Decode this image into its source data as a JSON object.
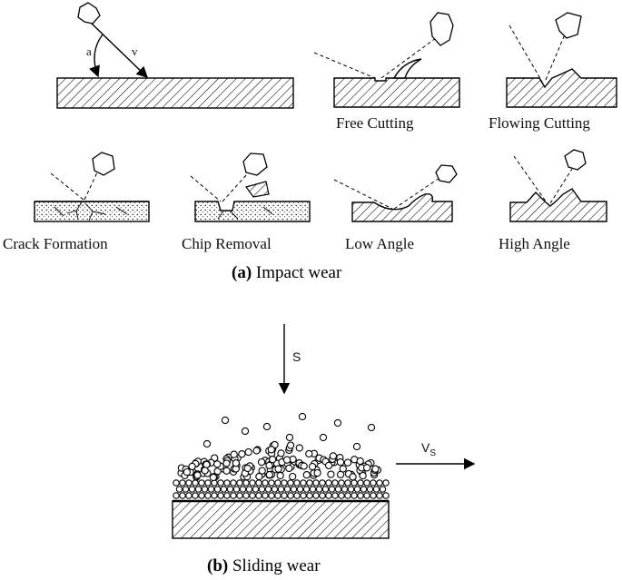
{
  "impact": {
    "angle_label": "a",
    "velocity_label": "v",
    "panels": {
      "free_cutting": "Free Cutting",
      "flowing_cutting": "Flowing Cutting",
      "crack_formation": "Crack Formation",
      "chip_removal": "Chip Removal",
      "low_angle": "Low Angle",
      "high_angle": "High Angle"
    },
    "caption_letter": "(a)",
    "caption_text": "Impact wear"
  },
  "sliding": {
    "force_label": "S",
    "velocity_label": "V",
    "velocity_subscript": "S",
    "caption_letter": "(b)",
    "caption_text": "Sliding wear"
  }
}
